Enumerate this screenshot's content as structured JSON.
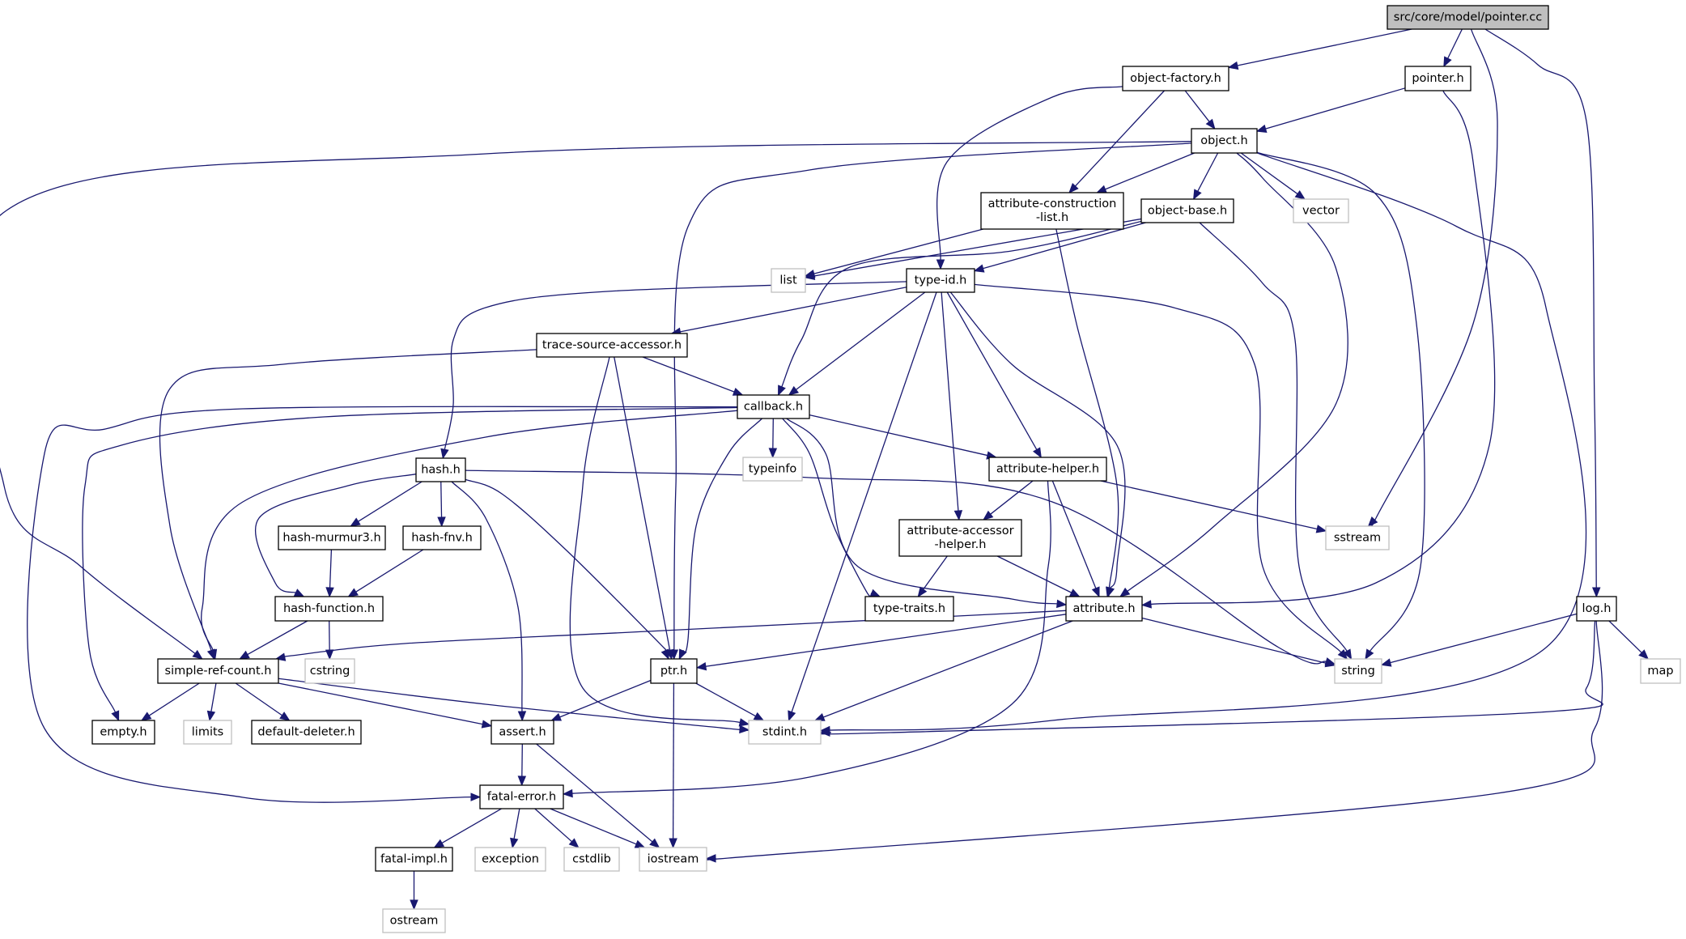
{
  "title": "src/core/model/pointer.cc include dependency graph",
  "colors": {
    "edge": "#191970",
    "root_fill": "#bfbfbf",
    "local_border": "#000000",
    "system_border": "#bfbfbf",
    "node_fill": "#ffffff"
  },
  "nodes": [
    {
      "id": "pointer_cc",
      "label": [
        "src/core/model/pointer.cc"
      ],
      "kind": "root"
    },
    {
      "id": "object_factory_h",
      "label": [
        "object-factory.h"
      ],
      "kind": "local"
    },
    {
      "id": "pointer_h",
      "label": [
        "pointer.h"
      ],
      "kind": "local"
    },
    {
      "id": "object_h",
      "label": [
        "object.h"
      ],
      "kind": "local"
    },
    {
      "id": "attribute_construction_list_h",
      "label": [
        "attribute-construction",
        "-list.h"
      ],
      "kind": "local"
    },
    {
      "id": "object_base_h",
      "label": [
        "object-base.h"
      ],
      "kind": "local"
    },
    {
      "id": "vector",
      "label": [
        "vector"
      ],
      "kind": "system"
    },
    {
      "id": "list",
      "label": [
        "list"
      ],
      "kind": "system"
    },
    {
      "id": "type_id_h",
      "label": [
        "type-id.h"
      ],
      "kind": "local"
    },
    {
      "id": "trace_source_accessor_h",
      "label": [
        "trace-source-accessor.h"
      ],
      "kind": "local"
    },
    {
      "id": "callback_h",
      "label": [
        "callback.h"
      ],
      "kind": "local"
    },
    {
      "id": "typeinfo",
      "label": [
        "typeinfo"
      ],
      "kind": "system"
    },
    {
      "id": "attribute_helper_h",
      "label": [
        "attribute-helper.h"
      ],
      "kind": "local"
    },
    {
      "id": "hash_h",
      "label": [
        "hash.h"
      ],
      "kind": "local"
    },
    {
      "id": "hash_murmur3_h",
      "label": [
        "hash-murmur3.h"
      ],
      "kind": "local"
    },
    {
      "id": "hash_fnv_h",
      "label": [
        "hash-fnv.h"
      ],
      "kind": "local"
    },
    {
      "id": "attribute_accessor_helper_h",
      "label": [
        "attribute-accessor",
        "-helper.h"
      ],
      "kind": "local"
    },
    {
      "id": "sstream",
      "label": [
        "sstream"
      ],
      "kind": "system"
    },
    {
      "id": "hash_function_h",
      "label": [
        "hash-function.h"
      ],
      "kind": "local"
    },
    {
      "id": "type_traits_h",
      "label": [
        "type-traits.h"
      ],
      "kind": "local"
    },
    {
      "id": "attribute_h",
      "label": [
        "attribute.h"
      ],
      "kind": "local"
    },
    {
      "id": "log_h",
      "label": [
        "log.h"
      ],
      "kind": "local"
    },
    {
      "id": "simple_ref_count_h",
      "label": [
        "simple-ref-count.h"
      ],
      "kind": "local"
    },
    {
      "id": "cstring",
      "label": [
        "cstring"
      ],
      "kind": "system"
    },
    {
      "id": "ptr_h",
      "label": [
        "ptr.h"
      ],
      "kind": "local"
    },
    {
      "id": "string",
      "label": [
        "string"
      ],
      "kind": "system"
    },
    {
      "id": "map",
      "label": [
        "map"
      ],
      "kind": "system"
    },
    {
      "id": "empty_h",
      "label": [
        "empty.h"
      ],
      "kind": "local"
    },
    {
      "id": "limits",
      "label": [
        "limits"
      ],
      "kind": "system"
    },
    {
      "id": "default_deleter_h",
      "label": [
        "default-deleter.h"
      ],
      "kind": "local"
    },
    {
      "id": "assert_h",
      "label": [
        "assert.h"
      ],
      "kind": "local"
    },
    {
      "id": "stdint_h",
      "label": [
        "stdint.h"
      ],
      "kind": "system"
    },
    {
      "id": "fatal_error_h",
      "label": [
        "fatal-error.h"
      ],
      "kind": "local"
    },
    {
      "id": "fatal_impl_h",
      "label": [
        "fatal-impl.h"
      ],
      "kind": "local"
    },
    {
      "id": "exception",
      "label": [
        "exception"
      ],
      "kind": "system"
    },
    {
      "id": "cstdlib",
      "label": [
        "cstdlib"
      ],
      "kind": "system"
    },
    {
      "id": "iostream",
      "label": [
        "iostream"
      ],
      "kind": "system"
    },
    {
      "id": "ostream",
      "label": [
        "ostream"
      ],
      "kind": "system"
    }
  ],
  "edges": [
    [
      "pointer_cc",
      "object_factory_h"
    ],
    [
      "pointer_cc",
      "pointer_h"
    ],
    [
      "pointer_cc",
      "sstream"
    ],
    [
      "pointer_cc",
      "log_h"
    ],
    [
      "object_factory_h",
      "object_h"
    ],
    [
      "object_factory_h",
      "attribute_construction_list_h"
    ],
    [
      "object_factory_h",
      "type_id_h"
    ],
    [
      "pointer_h",
      "object_h"
    ],
    [
      "pointer_h",
      "attribute_h"
    ],
    [
      "object_h",
      "attribute_construction_list_h"
    ],
    [
      "object_h",
      "object_base_h"
    ],
    [
      "object_h",
      "vector"
    ],
    [
      "object_h",
      "ptr_h"
    ],
    [
      "object_h",
      "simple_ref_count_h"
    ],
    [
      "object_h",
      "attribute_h"
    ],
    [
      "object_h",
      "string"
    ],
    [
      "object_h",
      "stdint_h"
    ],
    [
      "attribute_construction_list_h",
      "list"
    ],
    [
      "attribute_construction_list_h",
      "attribute_h"
    ],
    [
      "object_base_h",
      "list"
    ],
    [
      "object_base_h",
      "type_id_h"
    ],
    [
      "object_base_h",
      "callback_h"
    ],
    [
      "object_base_h",
      "string"
    ],
    [
      "type_id_h",
      "trace_source_accessor_h"
    ],
    [
      "type_id_h",
      "callback_h"
    ],
    [
      "type_id_h",
      "hash_h"
    ],
    [
      "type_id_h",
      "attribute_helper_h"
    ],
    [
      "type_id_h",
      "attribute_accessor_helper_h"
    ],
    [
      "type_id_h",
      "attribute_h"
    ],
    [
      "type_id_h",
      "string"
    ],
    [
      "type_id_h",
      "stdint_h"
    ],
    [
      "trace_source_accessor_h",
      "callback_h"
    ],
    [
      "trace_source_accessor_h",
      "simple_ref_count_h"
    ],
    [
      "trace_source_accessor_h",
      "ptr_h"
    ],
    [
      "trace_source_accessor_h",
      "stdint_h"
    ],
    [
      "callback_h",
      "typeinfo"
    ],
    [
      "callback_h",
      "attribute_helper_h"
    ],
    [
      "callback_h",
      "type_traits_h"
    ],
    [
      "callback_h",
      "attribute_h"
    ],
    [
      "callback_h",
      "ptr_h"
    ],
    [
      "callback_h",
      "simple_ref_count_h"
    ],
    [
      "callback_h",
      "empty_h"
    ],
    [
      "callback_h",
      "fatal_error_h"
    ],
    [
      "attribute_helper_h",
      "attribute_accessor_helper_h"
    ],
    [
      "attribute_helper_h",
      "attribute_h"
    ],
    [
      "attribute_helper_h",
      "sstream"
    ],
    [
      "attribute_helper_h",
      "fatal_error_h"
    ],
    [
      "hash_h",
      "hash_murmur3_h"
    ],
    [
      "hash_h",
      "hash_fnv_h"
    ],
    [
      "hash_h",
      "hash_function_h"
    ],
    [
      "hash_h",
      "assert_h"
    ],
    [
      "hash_h",
      "ptr_h"
    ],
    [
      "hash_h",
      "string"
    ],
    [
      "hash_murmur3_h",
      "hash_function_h"
    ],
    [
      "hash_fnv_h",
      "hash_function_h"
    ],
    [
      "hash_function_h",
      "simple_ref_count_h"
    ],
    [
      "hash_function_h",
      "cstring"
    ],
    [
      "attribute_accessor_helper_h",
      "type_traits_h"
    ],
    [
      "attribute_accessor_helper_h",
      "attribute_h"
    ],
    [
      "attribute_h",
      "simple_ref_count_h"
    ],
    [
      "attribute_h",
      "ptr_h"
    ],
    [
      "attribute_h",
      "string"
    ],
    [
      "attribute_h",
      "stdint_h"
    ],
    [
      "log_h",
      "string"
    ],
    [
      "log_h",
      "map"
    ],
    [
      "log_h",
      "stdint_h"
    ],
    [
      "log_h",
      "iostream"
    ],
    [
      "simple_ref_count_h",
      "empty_h"
    ],
    [
      "simple_ref_count_h",
      "limits"
    ],
    [
      "simple_ref_count_h",
      "default_deleter_h"
    ],
    [
      "simple_ref_count_h",
      "assert_h"
    ],
    [
      "simple_ref_count_h",
      "stdint_h"
    ],
    [
      "ptr_h",
      "assert_h"
    ],
    [
      "ptr_h",
      "iostream"
    ],
    [
      "ptr_h",
      "stdint_h"
    ],
    [
      "assert_h",
      "fatal_error_h"
    ],
    [
      "assert_h",
      "iostream"
    ],
    [
      "fatal_error_h",
      "fatal_impl_h"
    ],
    [
      "fatal_error_h",
      "exception"
    ],
    [
      "fatal_error_h",
      "cstdlib"
    ],
    [
      "fatal_error_h",
      "iostream"
    ],
    [
      "fatal_impl_h",
      "ostream"
    ]
  ]
}
